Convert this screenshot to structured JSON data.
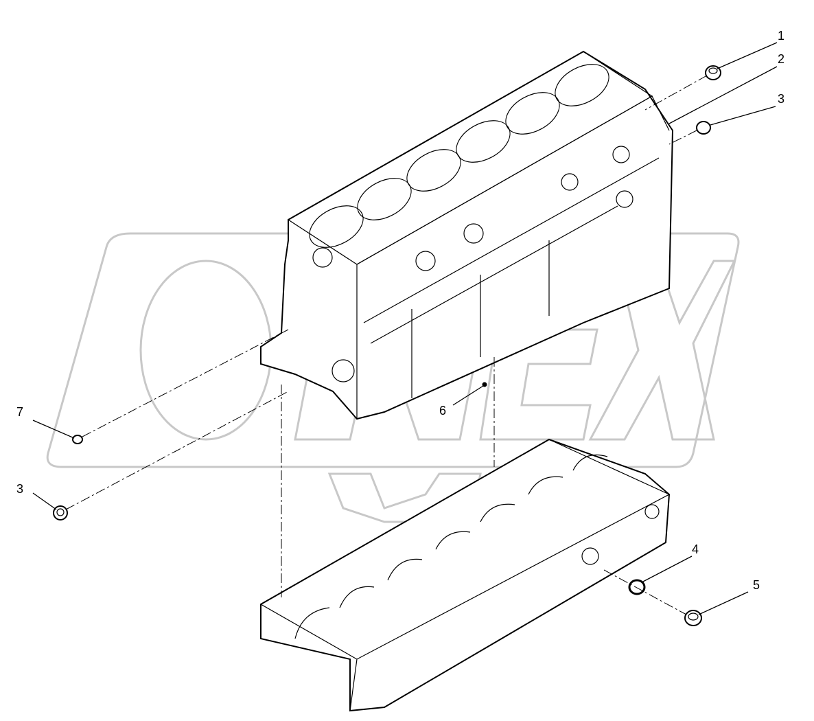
{
  "diagram": {
    "watermark": "ONEX",
    "callouts": [
      {
        "id": "c1",
        "label": "1"
      },
      {
        "id": "c2",
        "label": "2"
      },
      {
        "id": "c3a",
        "label": "3"
      },
      {
        "id": "c3b",
        "label": "3"
      },
      {
        "id": "c4",
        "label": "4"
      },
      {
        "id": "c5",
        "label": "5"
      },
      {
        "id": "c6",
        "label": "6"
      },
      {
        "id": "c7",
        "label": "7"
      }
    ],
    "colors": {
      "line": "#000000",
      "watermark": "#c8c8c8",
      "background": "#ffffff"
    }
  }
}
